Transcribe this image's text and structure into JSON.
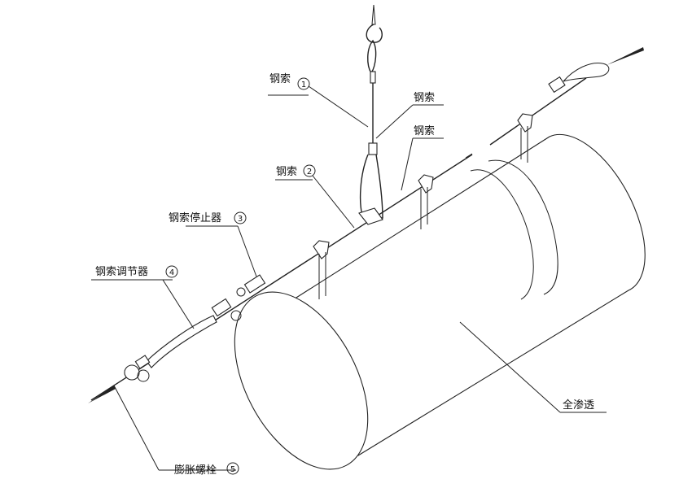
{
  "labels": {
    "cable_1": "钢索",
    "cable_hanger": "钢索",
    "cable_top_right": "钢索",
    "cable_2": "钢索",
    "cable_stopper": "钢索停止器",
    "cable_adjuster": "钢索调节器",
    "full_infiltration": "全渗透",
    "expansion_bolt": "膨胀螺栓"
  },
  "numbers": {
    "n1": "1",
    "n2": "2",
    "n3": "3",
    "n4": "4",
    "n5": "5"
  },
  "colors": {
    "line": "#222222",
    "background": "#ffffff"
  }
}
